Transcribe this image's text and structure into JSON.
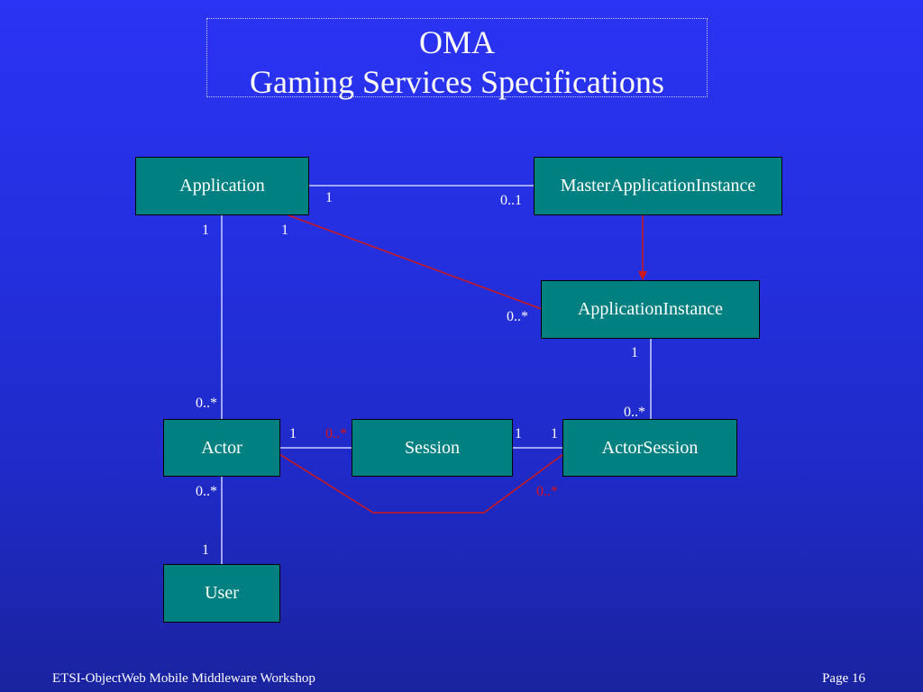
{
  "title": {
    "line1": "OMA",
    "line2": "Gaming Services Specifications"
  },
  "classes": {
    "application": "Application",
    "master_application_instance": "MasterApplicationInstance",
    "application_instance": "ApplicationInstance",
    "actor": "Actor",
    "session": "Session",
    "actor_session": "ActorSession",
    "user": "User"
  },
  "multiplicities": {
    "app_master_app_end": "1",
    "app_master_master_end": "0..1",
    "app_actor_app_end": "1",
    "app_instance_app_end": "1",
    "app_instance_instance_end": "0..*",
    "app_actor_actor_end": "0..*",
    "instance_actorsession_instance_end": "1",
    "instance_actorsession_actorsession_end": "0..*",
    "actor_session_actor_end": "1",
    "actor_session_session_end": "0..*",
    "session_actorsession_session_end": "1",
    "session_actorsession_actorsession_end": "1",
    "actor_user_actor_end": "0..*",
    "actor_user_user_end": "1",
    "actor_actorsession_end": "0..*"
  },
  "footer": {
    "left": "ETSI-ObjectWeb Mobile Middleware Workshop",
    "right": "Page 16"
  },
  "colors": {
    "background": "#2430e0",
    "class_fill": "#008080",
    "line_white": "#c8d0ff",
    "line_red": "#d01818"
  }
}
